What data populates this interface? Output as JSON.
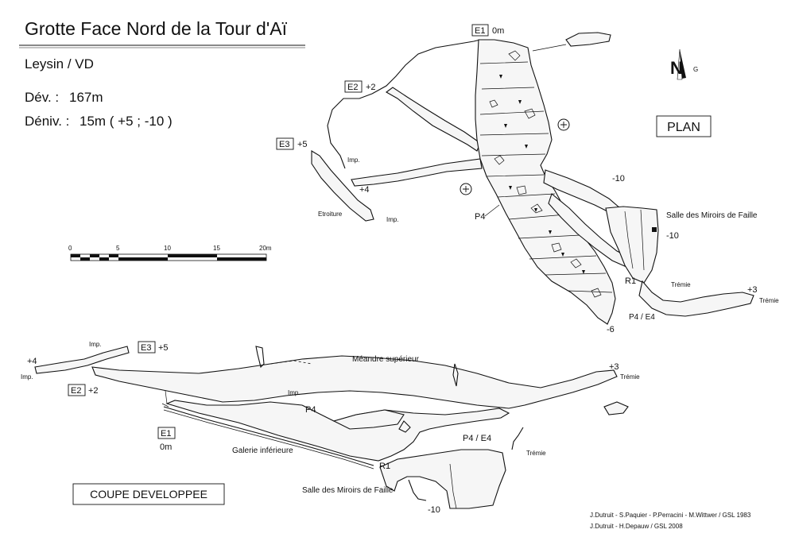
{
  "header": {
    "title": "Grotte Face Nord de la Tour d'Aï",
    "location": "Leysin / VD",
    "dev_label": "Dév. :",
    "dev_value": "167m",
    "deniv_label": "Déniv. :",
    "deniv_value": "15m  ( +5 ; -10 )"
  },
  "north": {
    "letter": "N",
    "suffix": "G"
  },
  "plan": {
    "view_label": "PLAN",
    "entrances": [
      {
        "box": "E1",
        "value": "0m"
      },
      {
        "box": "E2",
        "value": "+2"
      },
      {
        "box": "E3",
        "value": "+5"
      }
    ],
    "labels": {
      "imp_a": "Imp.",
      "plus4": "+4",
      "etroiture": "Etroiture",
      "imp_b": "Imp.",
      "p4": "P4",
      "minus10_a": "-10",
      "salle": "Salle des Miroirs de Faille",
      "minus10_b": "-10",
      "r1": "R1",
      "tremie_a": "Trémie",
      "plus3": "+3",
      "tremie_b": "Trémie",
      "p4e4": "P4 / E4",
      "minus6": "-6"
    }
  },
  "scale": {
    "ticks": [
      "0",
      "5",
      "10",
      "15",
      "20m"
    ]
  },
  "section": {
    "view_label": "COUPE DEVELOPPEE",
    "entrances": [
      {
        "box": "E3",
        "value": "+5"
      },
      {
        "box": "E2",
        "value": "+2"
      },
      {
        "box": "E1",
        "value": "0m"
      }
    ],
    "labels": {
      "plus4": "+4",
      "imp_left": "Imp.",
      "imp_top": "Imp.",
      "meandre": "Méandre supérieur",
      "plus3": "+3",
      "tremie_right": "Trémie",
      "imp_mid": "Imp.",
      "p4": "P4",
      "p4e4": "P4 / E4",
      "galerie": "Galerie inférieure",
      "tremie_low": "Trémie",
      "r1": "R1",
      "salle": "Salle des Miroirs de Faille",
      "minus10": "-10"
    }
  },
  "credits": {
    "line1": "J.Dutruit - S.Paquier - P.Perracini - M.Wittwer  /  GSL 1983",
    "line2": "J.Dutruit - H.Depauw  /  GSL 2008"
  }
}
